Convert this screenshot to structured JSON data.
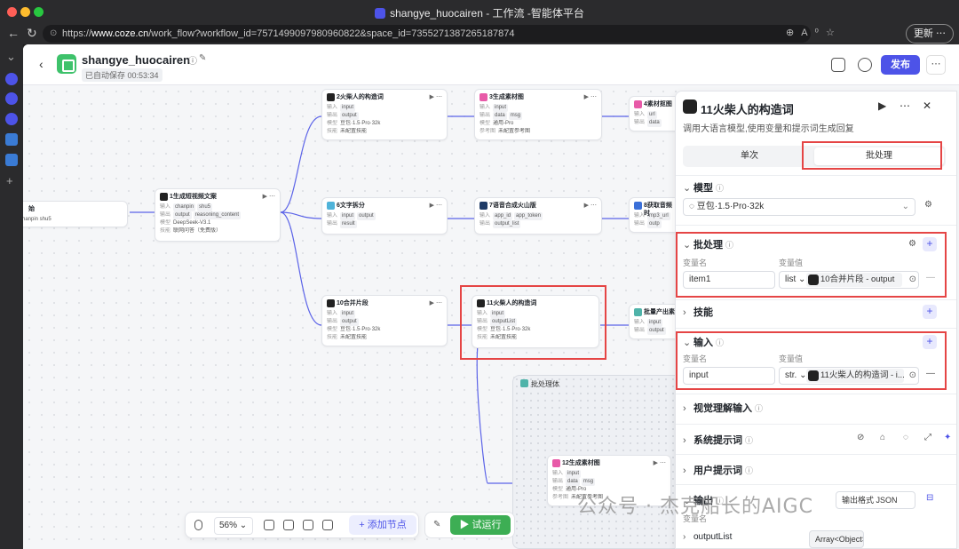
{
  "browser": {
    "window_title": "shangye_huocairen - 工作流 -智能体平台",
    "url_prefix": "https://",
    "url_host": "www.coze.cn",
    "url_path": "/work_flow?workflow_id=7571499097980960822&space_id=7355271387265187874",
    "update_button": "更新 ⋯"
  },
  "header": {
    "app_name": "shangye_huocairen",
    "autosave": "已自动保存 00:53:34",
    "publish": "发布",
    "more": "⋯"
  },
  "nodes": {
    "start": {
      "title": "始",
      "row": "chanpin  shu5"
    },
    "n1": {
      "title": "1生成短视频文案",
      "rows": [
        [
          "输入",
          "chanpin",
          "shu5"
        ],
        [
          "输出",
          "output",
          "reasoning_content"
        ],
        [
          "模型",
          "DeepSeek-V3.1",
          ""
        ],
        [
          "技能",
          "联网问答（免费版）",
          ""
        ]
      ]
    },
    "n2": {
      "title": "2火柴人的构造词",
      "rows": [
        [
          "输入",
          "input",
          ""
        ],
        [
          "输出",
          "output",
          ""
        ],
        [
          "模型",
          "豆包·1.5·Pro·32k",
          ""
        ],
        [
          "技能",
          "未配置技能",
          ""
        ]
      ]
    },
    "n3": {
      "title": "3生成素材图",
      "rows": [
        [
          "输入",
          "input",
          ""
        ],
        [
          "输出",
          "data",
          "msg"
        ],
        [
          "模型",
          "通用-Pro",
          ""
        ],
        [
          "参考图",
          "未配置参考图",
          ""
        ]
      ]
    },
    "n4": {
      "title": "4素材抠图",
      "rows": [
        [
          "输入",
          "url",
          "..."
        ],
        [
          "输出",
          "data",
          "m"
        ]
      ]
    },
    "n6": {
      "title": "6文字拆分",
      "rows": [
        [
          "输入",
          "input",
          "output"
        ],
        [
          "输出",
          "result",
          ""
        ]
      ]
    },
    "n7": {
      "title": "7语音合成火山版",
      "rows": [
        [
          "输入",
          "app_id",
          "app_token"
        ],
        [
          "输出",
          "output_list",
          ""
        ]
      ]
    },
    "n8": {
      "title": "8获取音频时",
      "rows": [
        [
          "输入",
          "mp3_url",
          ""
        ],
        [
          "输出",
          "outp",
          ""
        ]
      ]
    },
    "n10": {
      "title": "10合并片段",
      "rows": [
        [
          "输入",
          "input",
          ""
        ],
        [
          "输出",
          "output",
          ""
        ],
        [
          "模型",
          "豆包·1.5·Pro·32k",
          ""
        ],
        [
          "技能",
          "未配置技能",
          ""
        ]
      ]
    },
    "n11": {
      "title": "11火柴人的构造词",
      "rows": [
        [
          "输入",
          "input",
          ""
        ],
        [
          "输出",
          "outputList",
          ""
        ],
        [
          "模型",
          "豆包·1.5·Pro·32k",
          ""
        ],
        [
          "技能",
          "未配置技能",
          ""
        ]
      ]
    },
    "nbatch": {
      "title": "批量产出素",
      "rows": [
        [
          "输入",
          "input",
          ""
        ],
        [
          "输出",
          "output",
          ""
        ]
      ]
    },
    "batch_body": {
      "title": "批处理体"
    },
    "n12": {
      "title": "12生成素材图",
      "rows": [
        [
          "输入",
          "input",
          ""
        ],
        [
          "输出",
          "data",
          "msg"
        ],
        [
          "模型",
          "通用-Pro",
          ""
        ],
        [
          "参考图",
          "未配置参考图",
          ""
        ]
      ]
    }
  },
  "toolbar": {
    "zoom": "56%",
    "add_node": "+ 添加节点",
    "trial_run": "▶ 试运行"
  },
  "panel": {
    "title": "11火柴人的构造词",
    "description": "调用大语言模型,使用变量和提示词生成回复",
    "tabs": [
      "单次",
      "批处理"
    ],
    "model_section": "模型",
    "model_value": "豆包·1.5·Pro·32k",
    "batch_section": "批处理",
    "var_name_label": "变量名",
    "var_value_label": "变量值",
    "batch_var_name": "item1",
    "batch_var_type": "list",
    "batch_var_ref": "10合并片段 - output",
    "skills_section": "技能",
    "input_section": "输入",
    "input_var_name": "input",
    "input_var_type": "str.",
    "input_var_ref": "11火柴人的构造词 - i...",
    "vision_section": "视觉理解输入",
    "system_prompt_section": "系统提示词",
    "user_prompt_section": "用户提示词",
    "output_section": "输出",
    "output_format": "输出格式 JSON",
    "output_var_label": "变量名",
    "output_var_name": "outputList",
    "output_var_type": "Array<Object>"
  },
  "watermark": "公众号 · 杰克船长的AIGC"
}
